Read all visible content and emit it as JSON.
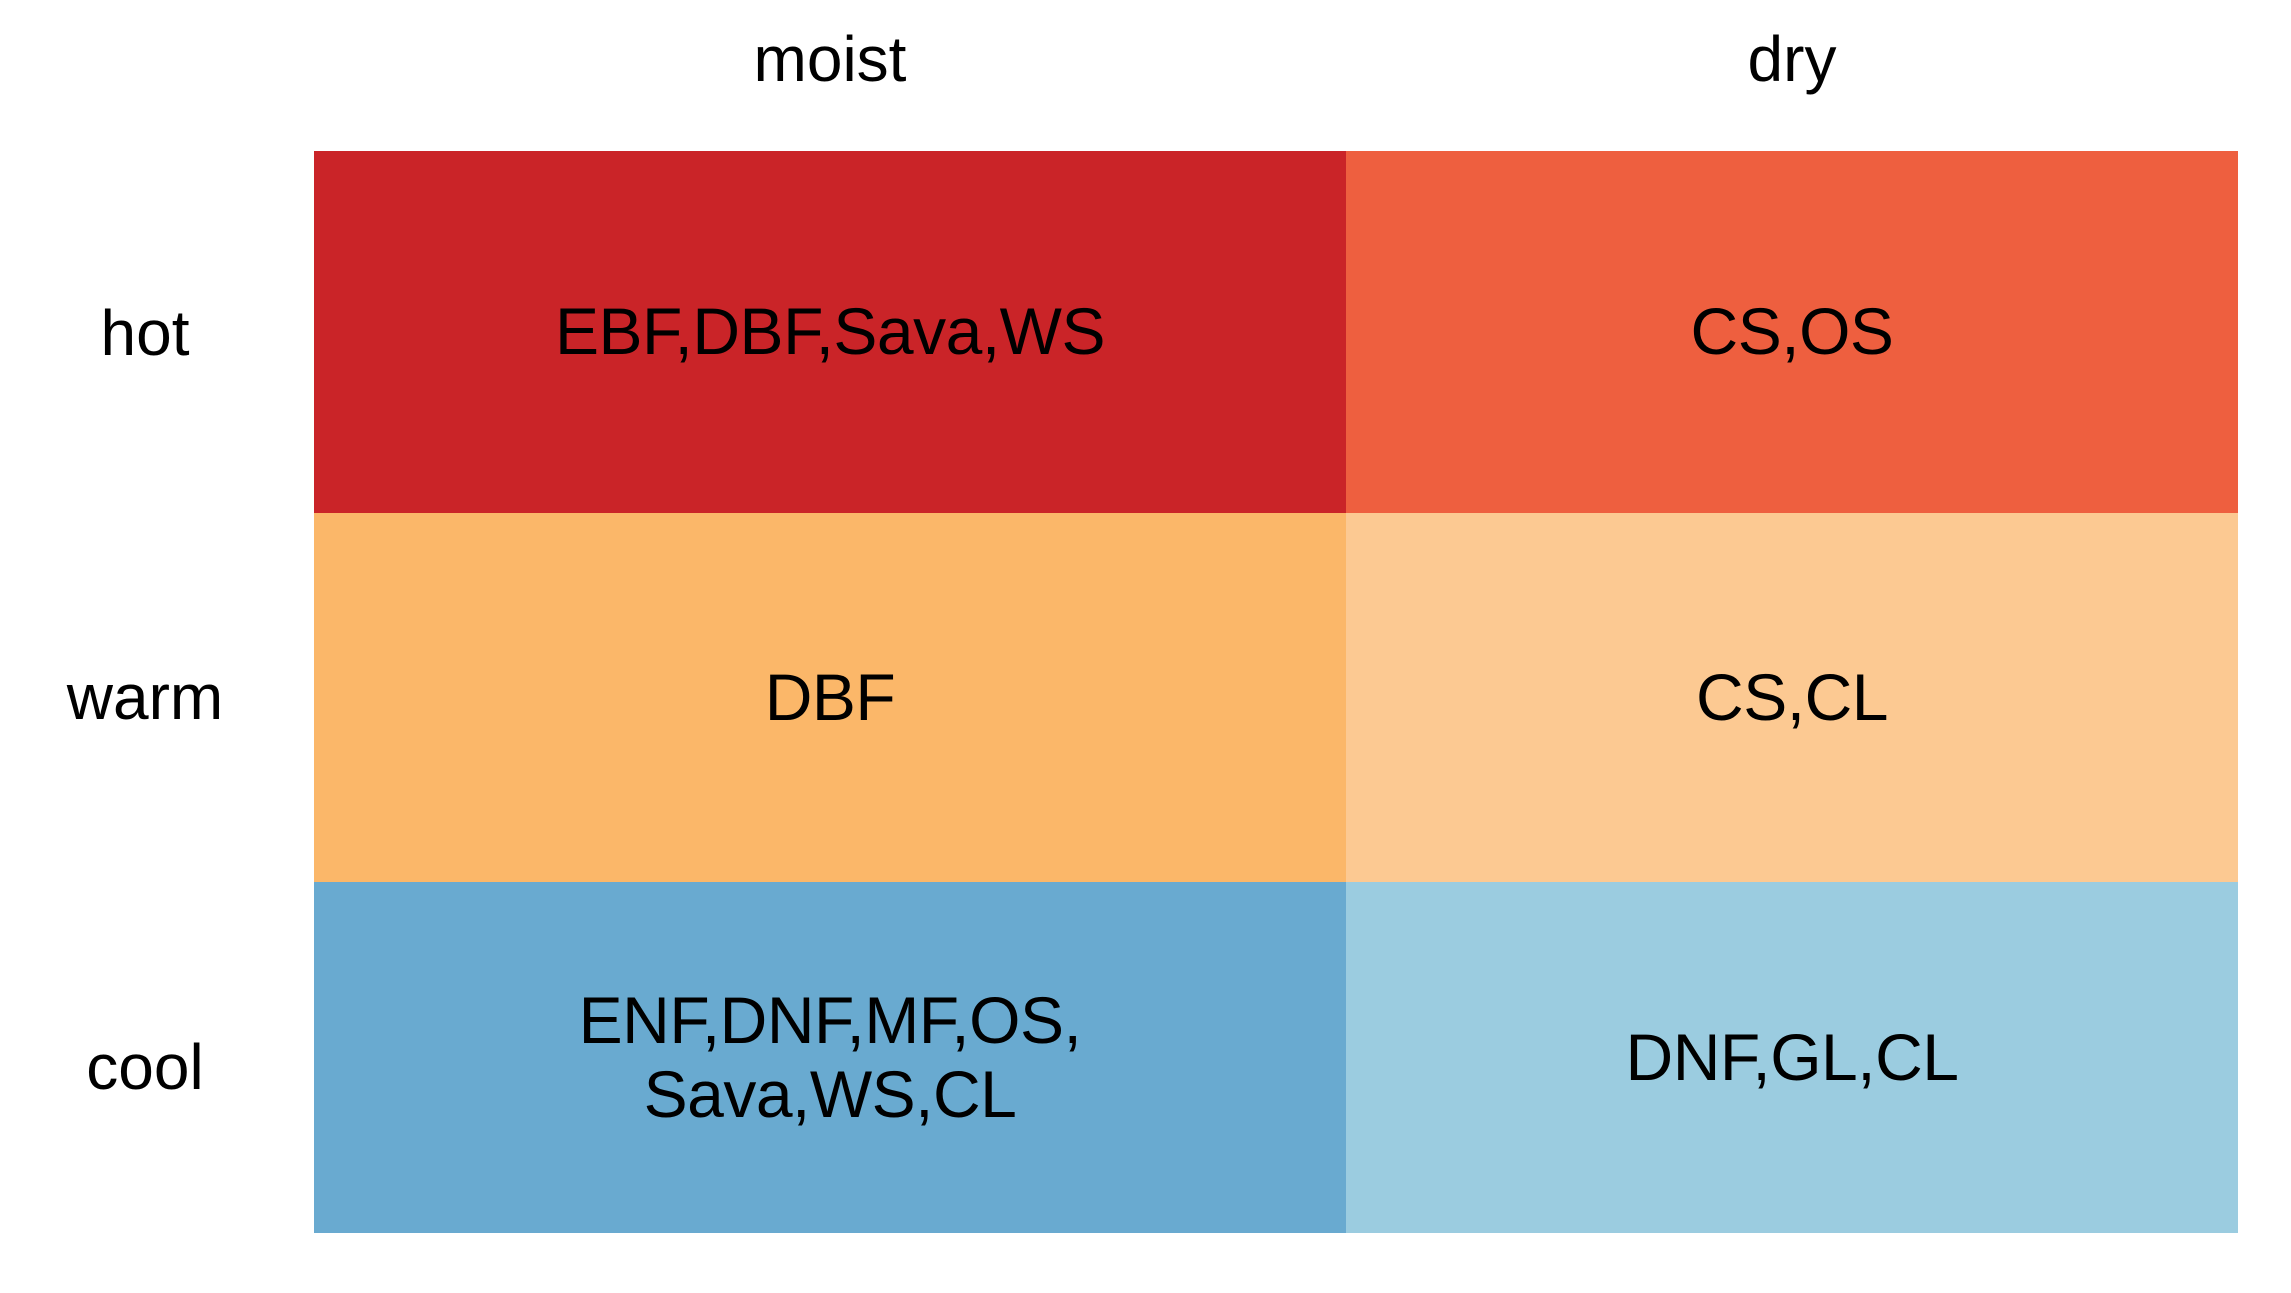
{
  "figure": {
    "type": "category-matrix",
    "background_color": "#ffffff",
    "text_color": "#000000"
  },
  "columns": [
    {
      "key": "moist",
      "label": "moist"
    },
    {
      "key": "dry",
      "label": "dry"
    }
  ],
  "rows": [
    {
      "key": "hot",
      "label": "hot"
    },
    {
      "key": "warm",
      "label": "warm"
    },
    {
      "key": "cool",
      "label": "cool"
    }
  ],
  "cells": {
    "hot_moist": {
      "text": "EBF,DBF,Sava,WS",
      "color": "#ca2428"
    },
    "hot_dry": {
      "text": "CS,OS",
      "color": "#ee5f3f"
    },
    "warm_moist": {
      "text": "DBF",
      "color": "#fbb769"
    },
    "warm_dry": {
      "text": "CS,CL",
      "color": "#fcc992"
    },
    "cool_moist": {
      "text": "ENF,DNF,MF,OS,\nSava,WS,CL",
      "color": "#69aad0"
    },
    "cool_dry": {
      "text": "DNF,GL,CL",
      "color": "#9bcce0"
    }
  },
  "chart_data": {
    "type": "heatmap",
    "title": "",
    "xlabel": "",
    "ylabel": "",
    "categories_x": [
      "moist",
      "dry"
    ],
    "categories_y": [
      "hot",
      "warm",
      "cool"
    ],
    "grid": false,
    "legend": "none",
    "annotations": [
      {
        "row": "hot",
        "col": "moist",
        "text": "EBF,DBF,Sava,WS",
        "fill": "#ca2428"
      },
      {
        "row": "hot",
        "col": "dry",
        "text": "CS,OS",
        "fill": "#ee5f3f"
      },
      {
        "row": "warm",
        "col": "moist",
        "text": "DBF",
        "fill": "#fbb769"
      },
      {
        "row": "warm",
        "col": "dry",
        "text": "CS,CL",
        "fill": "#fcc992"
      },
      {
        "row": "cool",
        "col": "moist",
        "text": "ENF,DNF,MF,OS,Sava,WS,CL",
        "fill": "#69aad0"
      },
      {
        "row": "cool",
        "col": "dry",
        "text": "DNF,GL,CL",
        "fill": "#9bcce0"
      }
    ]
  }
}
